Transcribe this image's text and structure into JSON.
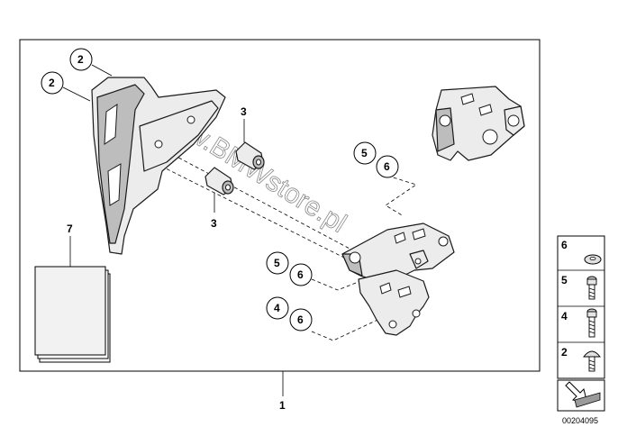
{
  "diagram": {
    "main_part_number": "1",
    "callouts": {
      "plate_upper": "2",
      "plate_left": "2",
      "bushing_upper": "3",
      "bushing_lower": "3",
      "booklet": "7",
      "bracket_upper_5": "5",
      "bracket_upper_6": "6",
      "bracket_mid_5": "5",
      "bracket_mid_6": "6",
      "bracket_lower_4": "4",
      "bracket_lower_6": "6"
    },
    "watermark": "www.BMWstore.pl"
  },
  "legend": {
    "items": [
      {
        "number": "6",
        "icon": "washer-icon"
      },
      {
        "number": "5",
        "icon": "short-bolt-icon"
      },
      {
        "number": "4",
        "icon": "long-bolt-icon"
      },
      {
        "number": "2",
        "icon": "dome-screw-icon"
      }
    ],
    "arrow_icon": "navigation-arrow-icon",
    "diagram_id": "00204095"
  }
}
